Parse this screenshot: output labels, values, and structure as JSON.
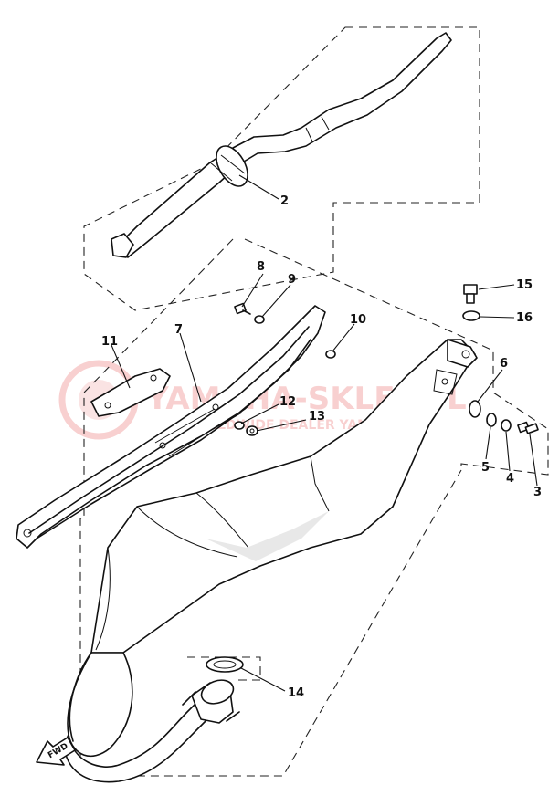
{
  "diagram": {
    "watermark": {
      "main": "YAMAHA-SKLEP.PL",
      "sub": "WORLDWIDE DEALER YAMAHA",
      "color": "#e03030"
    },
    "fwd_badge": "FWD",
    "labels": {
      "p2": "2",
      "p3": "3",
      "p4": "4",
      "p5": "5",
      "p6": "6",
      "p7": "7",
      "p8": "8",
      "p9": "9",
      "p10": "10",
      "p11": "11",
      "p12": "12",
      "p13": "13",
      "p14": "14",
      "p15": "15",
      "p16": "16"
    }
  }
}
